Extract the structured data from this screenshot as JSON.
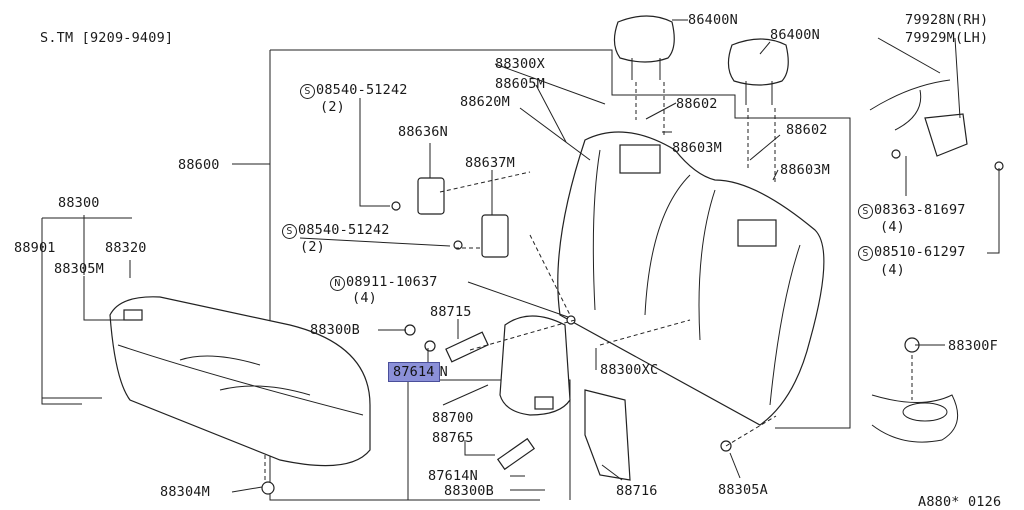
{
  "header": {
    "code": "S.TM [9209-9409]"
  },
  "footer": {
    "code": "A880* 0126"
  },
  "labels": {
    "p86400n_1": "86400N",
    "p86400n_2": "86400N",
    "p79928n": "79928N(RH)",
    "p79929m": "79929M(LH)",
    "p88300x": "88300X",
    "p88605m": "88605M",
    "p88620m": "88620M",
    "p88602_1": "88602",
    "p88603m_1": "88603M",
    "p88602_2": "88602",
    "p88603m_2": "88603M",
    "s08540_1": "08540-51242",
    "s08540_1_qty": "(2)",
    "p88636n": "88636N",
    "p88637m": "88637M",
    "p88600": "88600",
    "s08540_2": "08540-51242",
    "s08540_2_qty": "(2)",
    "n08911": "08911-10637",
    "n08911_qty": "(4)",
    "s08363": "08363-81697",
    "s08363_qty": "(4)",
    "s08510": "08510-61297",
    "s08510_qty": "(4)",
    "p88300": "88300",
    "p88901": "88901",
    "p88320": "88320",
    "p88305m": "88305M",
    "p88715": "88715",
    "p88300b_1": "88300B",
    "p87614n_hl": "87614",
    "p87614n_suffix": "N",
    "p88300xc": "88300XC",
    "p88300f": "88300F",
    "p88700": "88700",
    "p88765": "88765",
    "p87614n_2": "87614N",
    "p88300b_2": "88300B",
    "p88716": "88716",
    "p88305a": "88305A",
    "p88304m": "88304M"
  },
  "prefix": {
    "s": "S",
    "n": "N"
  }
}
